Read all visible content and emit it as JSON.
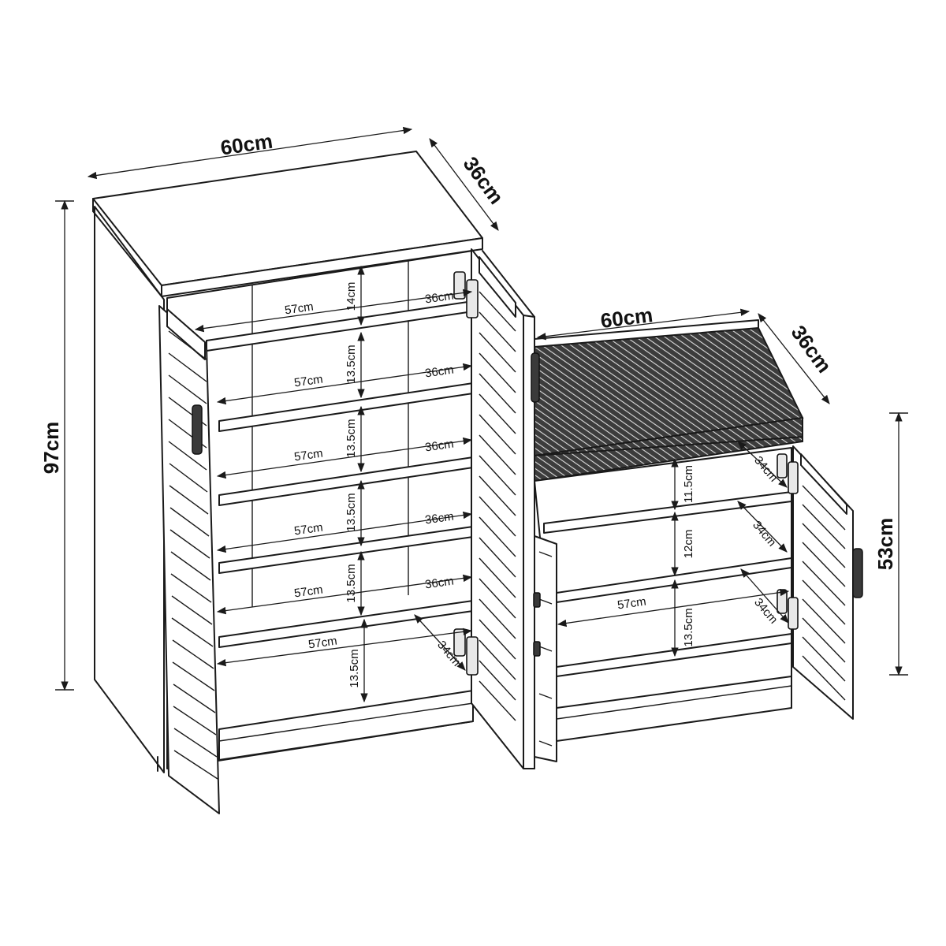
{
  "tall_cabinet": {
    "width_label": "60cm",
    "depth_label": "36cm",
    "height_label": "97cm",
    "shelf_width_labels": [
      "57cm",
      "57cm",
      "57cm",
      "57cm",
      "57cm",
      "57cm"
    ],
    "shelf_depth_labels": [
      "36cm",
      "36cm",
      "36cm",
      "36cm",
      "36cm",
      "34cm"
    ],
    "shelf_height_labels": [
      "14cm",
      "13.5cm",
      "13.5cm",
      "13.5cm",
      "13.5cm",
      "13.5cm"
    ]
  },
  "bench_cabinet": {
    "width_label": "60cm",
    "depth_label": "36cm",
    "height_label": "53cm",
    "shelf_width_labels": [
      "57cm"
    ],
    "shelf_depth_labels": [
      "34cm",
      "34cm",
      "34cm"
    ],
    "shelf_height_labels": [
      "11.5cm",
      "12cm",
      "13.5cm"
    ]
  }
}
